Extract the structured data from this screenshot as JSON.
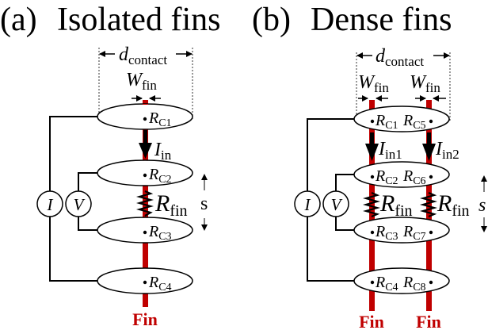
{
  "colors": {
    "fin": "#c00000",
    "line": "#000000",
    "background": "#ffffff"
  },
  "panels": [
    {
      "id": "a",
      "label": "(a)",
      "title": "Isolated fins",
      "d_contact": {
        "main": "d",
        "sub": "contact"
      },
      "w_fin": {
        "main": "W",
        "sub": "fin"
      },
      "contacts": [
        {
          "main": "R",
          "sub": "C1"
        },
        {
          "main": "R",
          "sub": "C2"
        },
        {
          "main": "R",
          "sub": "C3"
        },
        {
          "main": "R",
          "sub": "C4"
        }
      ],
      "currents": [
        {
          "main": "I",
          "sub": "in"
        }
      ],
      "resistors": [
        {
          "main": "R",
          "sub": "fin"
        }
      ],
      "spacing_label": "s",
      "current_source": "I",
      "voltmeter": "V",
      "fin_labels": [
        "Fin"
      ]
    },
    {
      "id": "b",
      "label": "(b)",
      "title": "Dense fins",
      "d_contact": {
        "main": "d",
        "sub": "contact"
      },
      "w_fin": {
        "main": "W",
        "sub": "fin"
      },
      "contacts": [
        {
          "left": {
            "main": "R",
            "sub": "C1"
          },
          "right": {
            "main": "R",
            "sub": "C5"
          }
        },
        {
          "left": {
            "main": "R",
            "sub": "C2"
          },
          "right": {
            "main": "R",
            "sub": "C6"
          }
        },
        {
          "left": {
            "main": "R",
            "sub": "C3"
          },
          "right": {
            "main": "R",
            "sub": "C7"
          }
        },
        {
          "left": {
            "main": "R",
            "sub": "C4"
          },
          "right": {
            "main": "R",
            "sub": "C8"
          }
        }
      ],
      "currents": [
        {
          "main": "I",
          "sub": "in1"
        },
        {
          "main": "I",
          "sub": "in2"
        }
      ],
      "resistors": [
        {
          "main": "R",
          "sub": "fin"
        },
        {
          "main": "R",
          "sub": "fin"
        }
      ],
      "spacing_label": "s",
      "current_source": "I",
      "voltmeter": "V",
      "fin_labels": [
        "Fin",
        "Fin"
      ]
    }
  ]
}
